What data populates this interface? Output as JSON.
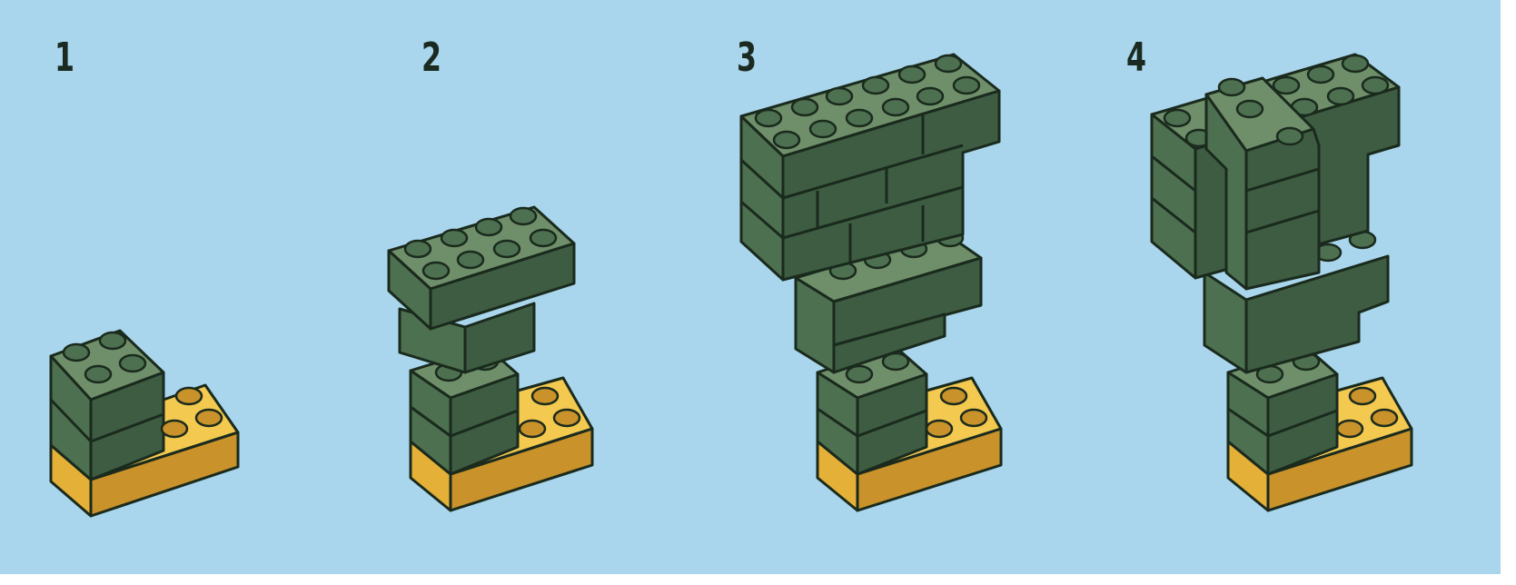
{
  "steps": [
    {
      "number": "1"
    },
    {
      "number": "2"
    },
    {
      "number": "3"
    },
    {
      "number": "4"
    }
  ],
  "colors": {
    "background": "#a9d6ec",
    "brick_green": "#4d7050",
    "brick_yellow": "#e5b038",
    "outline": "#1a2a1d"
  }
}
